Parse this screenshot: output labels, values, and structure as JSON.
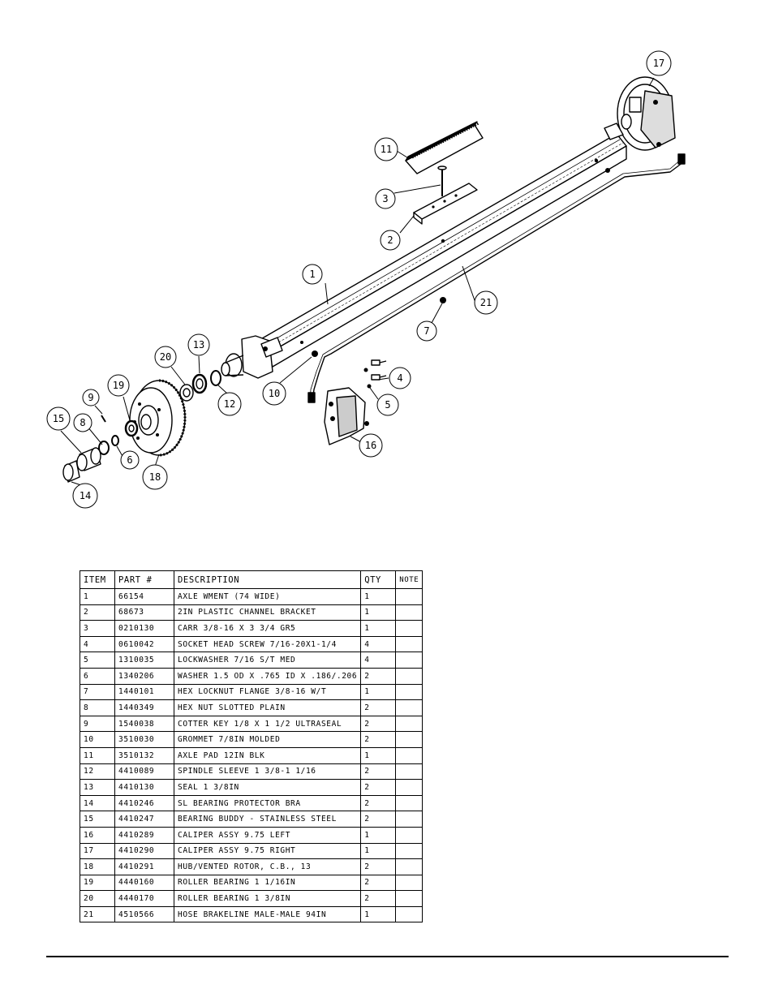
{
  "callouts": [
    "1",
    "2",
    "3",
    "4",
    "5",
    "6",
    "7",
    "8",
    "9",
    "10",
    "11",
    "12",
    "13",
    "14",
    "15",
    "16",
    "17",
    "18",
    "19",
    "20",
    "21"
  ],
  "table": {
    "headers": {
      "item": "ITEM",
      "part": "PART #",
      "description": "DESCRIPTION",
      "qty": "QTY",
      "note": "NOTE"
    },
    "rows": [
      {
        "item": "1",
        "part": "66154",
        "description": "AXLE WMENT (74 WIDE)",
        "qty": "1",
        "note": ""
      },
      {
        "item": "2",
        "part": "68673",
        "description": "2IN PLASTIC CHANNEL BRACKET",
        "qty": "1",
        "note": ""
      },
      {
        "item": "3",
        "part": "0210130",
        "description": "CARR 3/8-16 X 3 3/4 GR5",
        "qty": "1",
        "note": ""
      },
      {
        "item": "4",
        "part": "0610042",
        "description": "SOCKET HEAD SCREW 7/16-20X1-1/4",
        "qty": "4",
        "note": ""
      },
      {
        "item": "5",
        "part": "1310035",
        "description": "LOCKWASHER 7/16 S/T MED",
        "qty": "4",
        "note": ""
      },
      {
        "item": "6",
        "part": "1340206",
        "description": "WASHER 1.5 OD X .765 ID X .186/.206",
        "qty": "2",
        "note": ""
      },
      {
        "item": "7",
        "part": "1440101",
        "description": "HEX LOCKNUT FLANGE 3/8-16 W/T",
        "qty": "1",
        "note": ""
      },
      {
        "item": "8",
        "part": "1440349",
        "description": "HEX NUT SLOTTED PLAIN",
        "qty": "2",
        "note": ""
      },
      {
        "item": "9",
        "part": "1540038",
        "description": "COTTER KEY 1/8 X 1 1/2 ULTRASEAL",
        "qty": "2",
        "note": ""
      },
      {
        "item": "10",
        "part": "3510030",
        "description": "GROMMET  7/8IN MOLDED",
        "qty": "2",
        "note": ""
      },
      {
        "item": "11",
        "part": "3510132",
        "description": "AXLE PAD 12IN  BLK",
        "qty": "1",
        "note": ""
      },
      {
        "item": "12",
        "part": "4410089",
        "description": "SPINDLE SLEEVE  1 3/8-1 1/16",
        "qty": "2",
        "note": ""
      },
      {
        "item": "13",
        "part": "4410130",
        "description": "SEAL  1 3/8IN",
        "qty": "2",
        "note": ""
      },
      {
        "item": "14",
        "part": "4410246",
        "description": "SL BEARING PROTECTOR BRA",
        "qty": "2",
        "note": ""
      },
      {
        "item": "15",
        "part": "4410247",
        "description": "BEARING BUDDY - STAINLESS STEEL",
        "qty": "2",
        "note": ""
      },
      {
        "item": "16",
        "part": "4410289",
        "description": "CALIPER ASSY 9.75 LEFT",
        "qty": "1",
        "note": ""
      },
      {
        "item": "17",
        "part": "4410290",
        "description": "CALIPER ASSY 9.75 RIGHT",
        "qty": "1",
        "note": ""
      },
      {
        "item": "18",
        "part": "4410291",
        "description": "HUB/VENTED ROTOR, C.B.,  13",
        "qty": "2",
        "note": ""
      },
      {
        "item": "19",
        "part": "4440160",
        "description": "ROLLER BEARING   1 1/16IN",
        "qty": "2",
        "note": ""
      },
      {
        "item": "20",
        "part": "4440170",
        "description": "ROLLER BEARING   1 3/8IN",
        "qty": "2",
        "note": ""
      },
      {
        "item": "21",
        "part": "4510566",
        "description": "HOSE BRAKELINE MALE-MALE 94IN",
        "qty": "1",
        "note": ""
      }
    ]
  }
}
